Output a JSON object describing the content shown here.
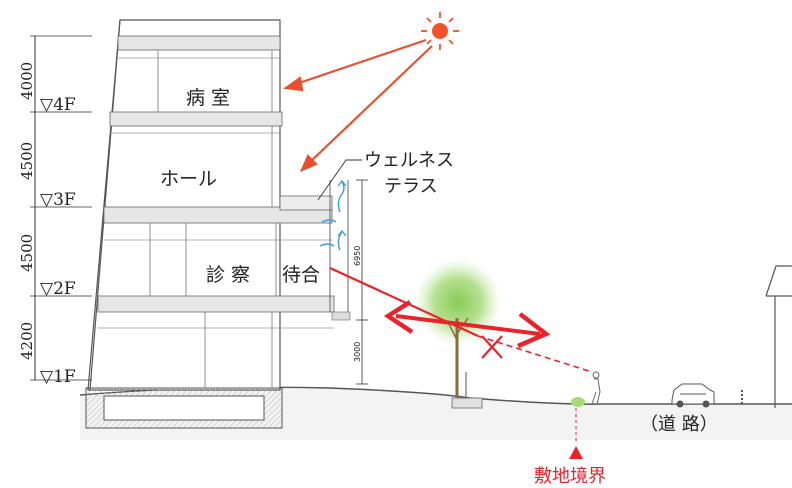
{
  "rooms": {
    "ward": "病 室",
    "hall": "ホール",
    "clinic": "診 察",
    "waiting": "待合"
  },
  "floors": [
    "▽4F",
    "▽3F",
    "▽2F",
    "▽1F"
  ],
  "dimensions": {
    "h4": "4000",
    "h3": "4500",
    "h2": "4500",
    "h1": "4200",
    "upper_vertical": "6950",
    "lower_vertical": "3000"
  },
  "terrace": {
    "line1": "ウェルネス",
    "line2": "テラス"
  },
  "road": "（道 路）",
  "boundary": "敷地境界",
  "colors": {
    "accent": "#e8232a",
    "sun": "#f0512d",
    "tree": "#7fc84a",
    "wall_fill": "#f2f2f2",
    "line": "#444444"
  }
}
